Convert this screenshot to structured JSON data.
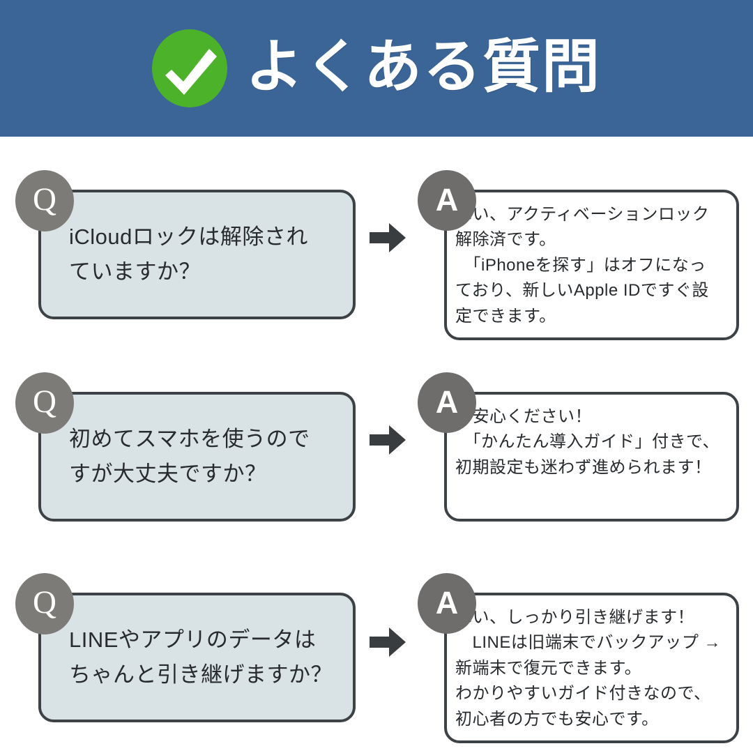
{
  "header": {
    "title": "よくある質問",
    "icon": "check-circle-icon",
    "background_color": "#3a6596",
    "icon_circle_color": "#4cb22a",
    "icon_check_color": "#ffffff",
    "title_color": "#ffffff"
  },
  "colors": {
    "page_background": "#ffffff",
    "question_bubble_background": "#d9e2e5",
    "answer_bubble_background": "#ffffff",
    "bubble_border": "#3d4246",
    "question_badge": "#7d7b78",
    "answer_badge": "#6f6d6b",
    "arrow": "#3a3d40",
    "body_text": "#272b2e"
  },
  "labels": {
    "question_badge": "Q",
    "answer_badge": "A",
    "arrow_icon": "arrow-right-icon"
  },
  "faq": [
    {
      "question": "iCloudロックは解除され\nていますか？",
      "answer": "はい、アクティベーションロック\n解除済です。\n　「iPhoneを探す」はオフになっ\nており、新しいApple IDですぐ設\n定できます。"
    },
    {
      "question": "初めてスマホを使うので\nすが大丈夫ですか？",
      "answer": "ご安心ください！\n　「かんたん導入ガイド」付きで、\n初期設定も迷わず進められます！"
    },
    {
      "question": "LINEやアプリのデータは\nちゃんと引き継げますか？",
      "answer": "はい、しっかり引き継げます！\n　LINEは旧端末でバックアップ →\n新端末で復元できます。\nわかりやすいガイド付きなので、\n初心者の方でも安心です。"
    }
  ]
}
